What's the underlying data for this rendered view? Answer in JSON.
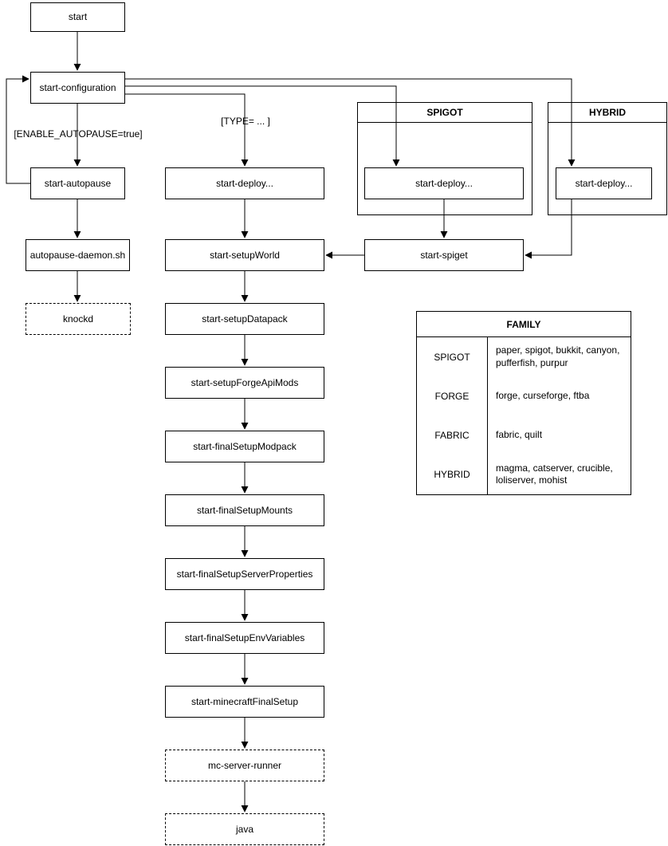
{
  "diagram": {
    "nodes": {
      "start": "start",
      "start_configuration": "start-configuration",
      "start_autopause": "start-autopause",
      "autopause_daemon": "autopause-daemon.sh",
      "knockd": "knockd",
      "start_deploy_mid": "start-deploy...",
      "start_setup_world": "start-setupWorld",
      "start_setup_datapack": "start-setupDatapack",
      "start_setup_forge_api_mods": "start-setupForgeApiMods",
      "start_final_setup_modpack": "start-finalSetupModpack",
      "start_final_setup_mounts": "start-finalSetupMounts",
      "start_final_setup_server_properties": "start-finalSetupServerProperties",
      "start_final_setup_env_variables": "start-finalSetupEnvVariables",
      "start_minecraft_final_setup": "start-minecraftFinalSetup",
      "mc_server_runner": "mc-server-runner",
      "java": "java",
      "start_deploy_spigot": "start-deploy...",
      "start_deploy_hybrid": "start-deploy...",
      "start_spiget": "start-spiget"
    },
    "containers": {
      "spigot_title": "SPIGOT",
      "hybrid_title": "HYBRID"
    },
    "edge_labels": {
      "enable_autopause": "[ENABLE_AUTOPAUSE=true]",
      "type": "[TYPE= ... ]"
    },
    "family_table": {
      "title": "FAMILY",
      "rows": [
        {
          "label": "SPIGOT",
          "value": "paper, spigot, bukkit, canyon, pufferfish, purpur"
        },
        {
          "label": "FORGE",
          "value": "forge, curseforge, ftba"
        },
        {
          "label": "FABRIC",
          "value": "fabric, quilt"
        },
        {
          "label": "HYBRID",
          "value": "magma, catserver, crucible, loliserver, mohist"
        }
      ]
    },
    "colors": {
      "stroke": "#000000",
      "background": "#ffffff",
      "text": "#000000"
    }
  }
}
